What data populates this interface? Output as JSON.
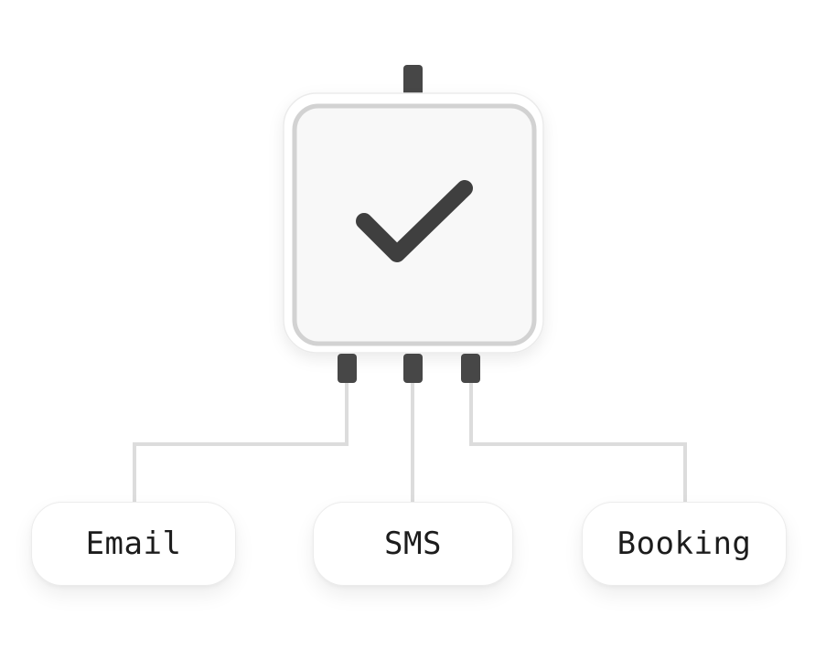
{
  "hub": {
    "icon": "check-icon",
    "colors": {
      "card_fill": "#f8f8f8",
      "card_border": "#d2d2d2",
      "icon": "#3f3f3f",
      "connector_pins": "#474747",
      "lines": "#dcdcdc"
    }
  },
  "outputs": [
    {
      "label": "Email"
    },
    {
      "label": "SMS"
    },
    {
      "label": "Booking"
    }
  ]
}
